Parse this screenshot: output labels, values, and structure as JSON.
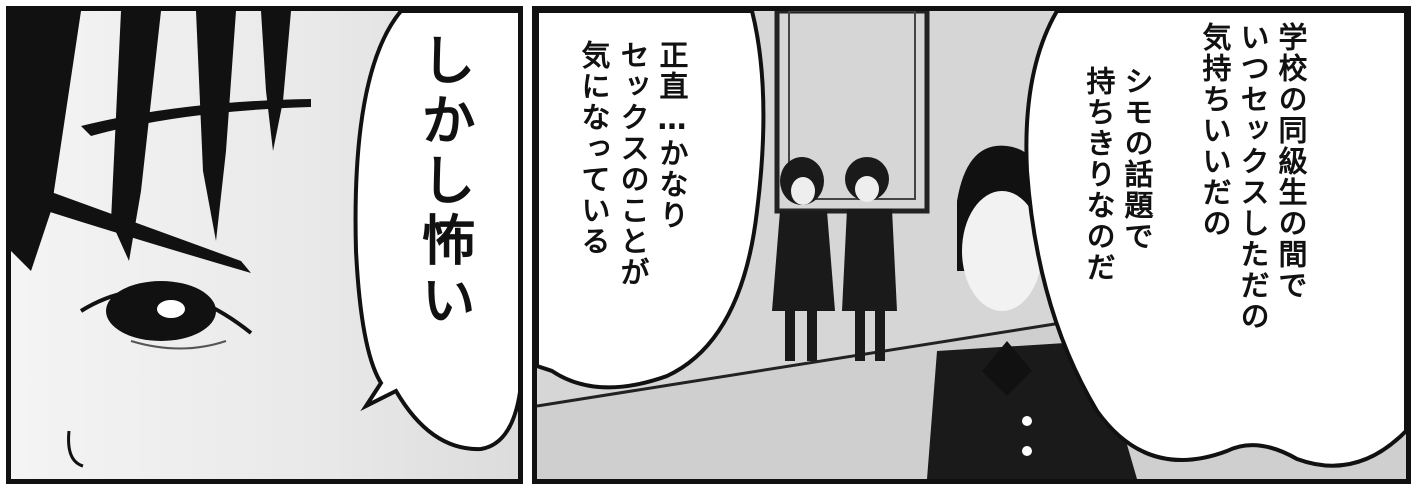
{
  "panels": {
    "left": {
      "balloon_text": "しかし怖い"
    },
    "right": {
      "balloon_center_lines": [
        "正直…かなり",
        "セックスのことが",
        "気になっている"
      ],
      "balloon_right_lines": [
        "学校の同級生の間で",
        "いつセックスしただの",
        "気持ちいいだの"
      ],
      "balloon_right_lines_2": [
        "シモの話題で",
        "持ちきりなのだ"
      ]
    }
  },
  "colors": {
    "ink": "#111111",
    "paper": "#ffffff",
    "screentone": "#d8d8d8"
  }
}
